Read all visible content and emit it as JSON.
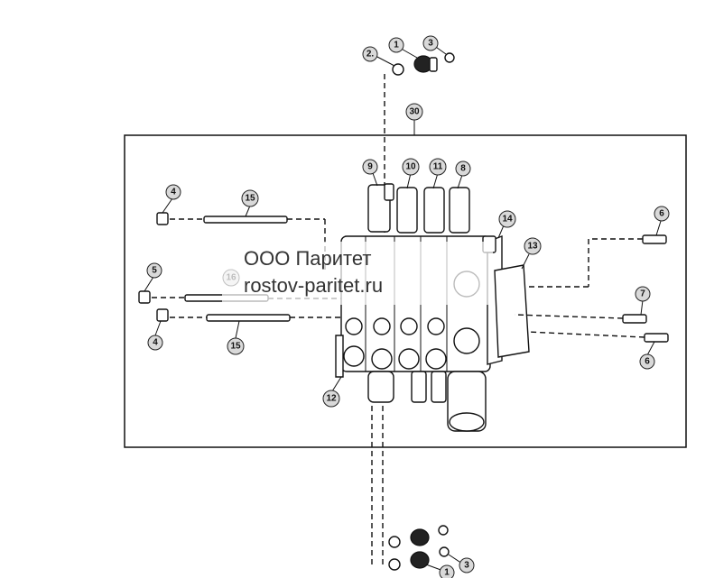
{
  "diagram": {
    "callouts": [
      {
        "id": "c1-top",
        "label": "1"
      },
      {
        "id": "c2-top",
        "label": "2."
      },
      {
        "id": "c3-top",
        "label": "3"
      },
      {
        "id": "c30",
        "label": "30"
      },
      {
        "id": "c9",
        "label": "9"
      },
      {
        "id": "c10",
        "label": "10"
      },
      {
        "id": "c11",
        "label": "11"
      },
      {
        "id": "c8",
        "label": "8"
      },
      {
        "id": "c4-upper",
        "label": "4"
      },
      {
        "id": "c15-upper",
        "label": "15"
      },
      {
        "id": "c14",
        "label": "14"
      },
      {
        "id": "c6-upper",
        "label": "6"
      },
      {
        "id": "c13",
        "label": "13"
      },
      {
        "id": "c5",
        "label": "5"
      },
      {
        "id": "c16",
        "label": "16"
      },
      {
        "id": "c7",
        "label": "7"
      },
      {
        "id": "c4-lower",
        "label": "4"
      },
      {
        "id": "c15-lower",
        "label": "15"
      },
      {
        "id": "c6-lower",
        "label": "6"
      },
      {
        "id": "c12",
        "label": "12"
      },
      {
        "id": "c1-bottom",
        "label": "1"
      },
      {
        "id": "c3-bottom",
        "label": "3"
      }
    ]
  },
  "watermark": {
    "line1": "ООО Паритет",
    "line2": "rostov-paritet.ru"
  }
}
